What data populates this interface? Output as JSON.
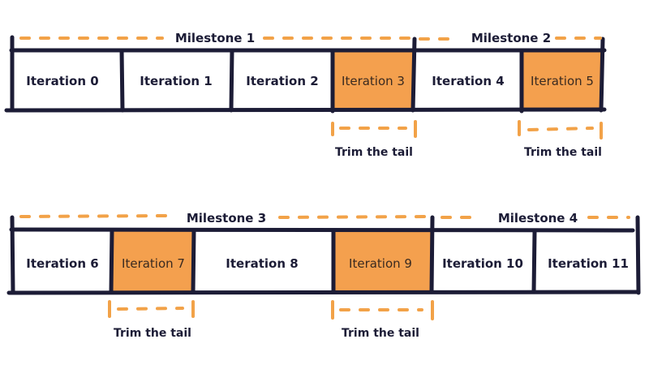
{
  "colors": {
    "line": "#1c1c36",
    "highlight": "#f4a04e",
    "dash": "#f2a248",
    "background": "#ffffff"
  },
  "rows": [
    {
      "milestones": [
        {
          "label": "Milestone 1"
        },
        {
          "label": "Milestone 2"
        }
      ],
      "iterations": [
        {
          "label": "Iteration 0",
          "highlighted": false
        },
        {
          "label": "Iteration 1",
          "highlighted": false
        },
        {
          "label": "Iteration 2",
          "highlighted": false
        },
        {
          "label": "Iteration 3",
          "highlighted": true
        },
        {
          "label": "Iteration 4",
          "highlighted": false
        },
        {
          "label": "Iteration 5",
          "highlighted": true
        }
      ],
      "trims": [
        {
          "label": "Trim the tail",
          "iteration": "Iteration 3"
        },
        {
          "label": "Trim the tail",
          "iteration": "Iteration 5"
        }
      ]
    },
    {
      "milestones": [
        {
          "label": "Milestone 3"
        },
        {
          "label": "Milestone 4"
        }
      ],
      "iterations": [
        {
          "label": "Iteration 6",
          "highlighted": false
        },
        {
          "label": "Iteration 7",
          "highlighted": true
        },
        {
          "label": "Iteration 8",
          "highlighted": false
        },
        {
          "label": "Iteration 9",
          "highlighted": true
        },
        {
          "label": "Iteration 10",
          "highlighted": false
        },
        {
          "label": "Iteration 11",
          "highlighted": false
        }
      ],
      "trims": [
        {
          "label": "Trim the tail",
          "iteration": "Iteration 7"
        },
        {
          "label": "Trim the tail",
          "iteration": "Iteration 9"
        }
      ]
    }
  ]
}
